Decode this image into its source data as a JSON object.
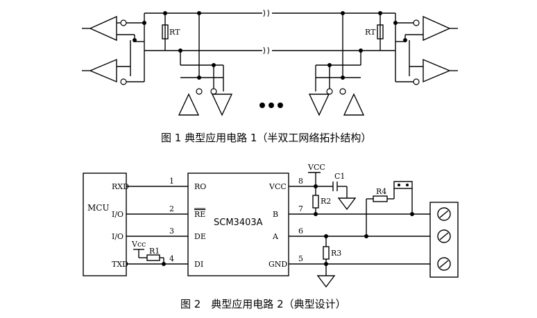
{
  "fig1": {
    "caption": "图 1 典型应用电路 1（半双工网络拓扑结构）",
    "rt_left": "RT",
    "rt_right": "RT"
  },
  "fig2": {
    "caption": "图 2　典型应用电路 2（典型设计）",
    "mcu": {
      "title": "MCU",
      "pins": [
        "RXD",
        "I/O",
        "I/O",
        "TXD"
      ]
    },
    "chip": {
      "name": "SCM3403A",
      "left_pins": [
        "RO",
        "RE",
        "DE",
        "DI"
      ],
      "right_pins": [
        "VCC",
        "B",
        "A",
        "GND"
      ],
      "left_numbers": [
        "1",
        "2",
        "3",
        "4"
      ],
      "right_numbers": [
        "8",
        "7",
        "6",
        "5"
      ]
    },
    "parts": {
      "vcc_top": "VCC",
      "c1": "C1",
      "r2": "R2",
      "r3": "R3",
      "r4": "R4",
      "vcc_left": "Vcc",
      "r1": "R1"
    }
  }
}
